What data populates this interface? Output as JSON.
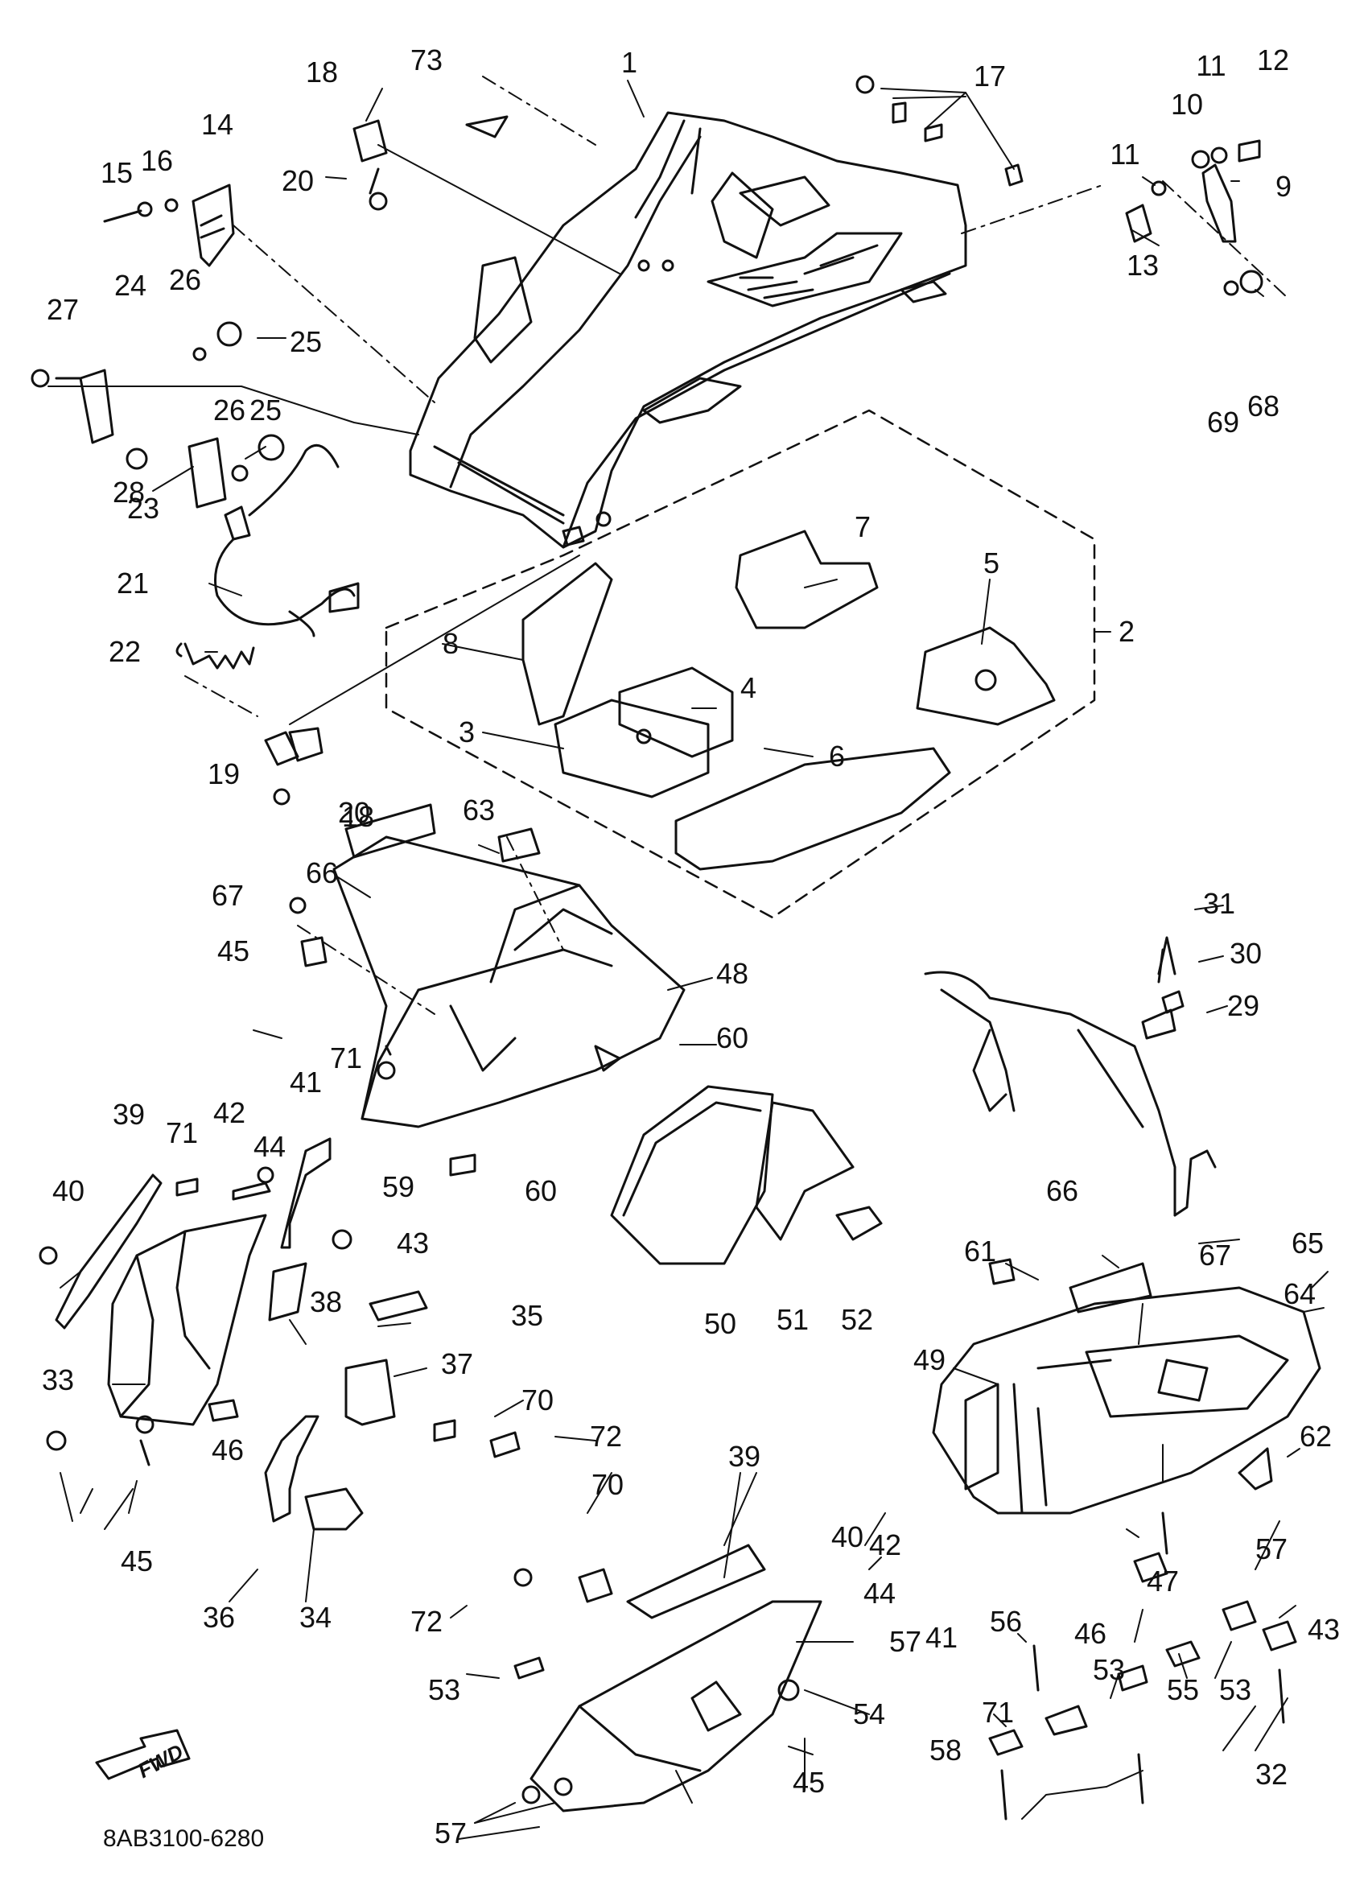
{
  "drawing_code": "8AB3100-6280",
  "fwd_label": "FWD",
  "callouts": [
    "1",
    "73",
    "18",
    "17",
    "11",
    "12",
    "10",
    "9",
    "14",
    "20",
    "15",
    "16",
    "11",
    "13",
    "27",
    "24",
    "26",
    "25",
    "26",
    "25",
    "69",
    "68",
    "28",
    "23",
    "21",
    "7",
    "5",
    "2",
    "22",
    "8",
    "4",
    "3",
    "6",
    "19",
    "18",
    "20",
    "63",
    "66",
    "67",
    "31",
    "30",
    "29",
    "45",
    "48",
    "60",
    "71",
    "41",
    "39",
    "42",
    "44",
    "59",
    "60",
    "71",
    "40",
    "43",
    "50",
    "51",
    "52",
    "66",
    "61",
    "65",
    "67",
    "64",
    "38",
    "35",
    "33",
    "37",
    "49",
    "70",
    "72",
    "62",
    "46",
    "45",
    "36",
    "34",
    "39",
    "70",
    "40",
    "42",
    "44",
    "57",
    "47",
    "72",
    "41",
    "57",
    "56",
    "46",
    "43",
    "53",
    "54",
    "53",
    "55",
    "53",
    "71",
    "58",
    "45",
    "32",
    "57"
  ]
}
